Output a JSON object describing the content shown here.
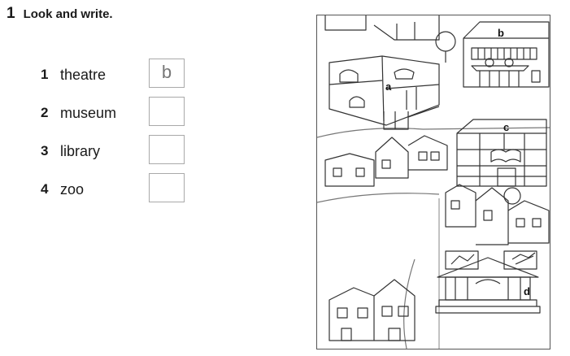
{
  "exercise": {
    "number": "1",
    "instruction": "Look and write.",
    "items": [
      {
        "number": "1",
        "word": "theatre",
        "answer": "b"
      },
      {
        "number": "2",
        "word": "museum",
        "answer": ""
      },
      {
        "number": "3",
        "word": "library",
        "answer": ""
      },
      {
        "number": "4",
        "word": "zoo",
        "answer": ""
      }
    ]
  },
  "picture": {
    "labels": [
      "a",
      "b",
      "c",
      "d"
    ]
  }
}
